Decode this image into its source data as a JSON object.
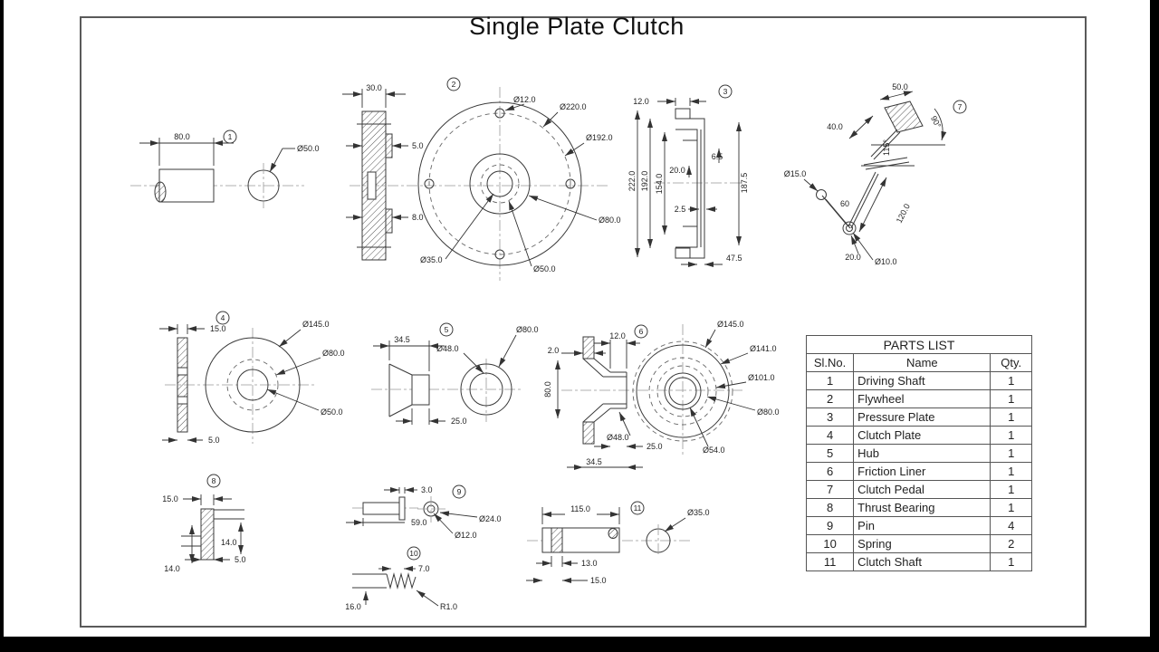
{
  "title": "Single Plate Clutch",
  "drawings": {
    "p1": {
      "marker": "1",
      "len": "80.0",
      "dia": "Ø50.0"
    },
    "p2": {
      "marker": "2",
      "width": "30.0",
      "step1": "5.0",
      "step2": "8.0",
      "hole": "Ø12.0",
      "outer": "Ø220.0",
      "pcd": "Ø192.0",
      "boss": "Ø80.0",
      "recess": "Ø50.0",
      "bore": "Ø35.0"
    },
    "p3": {
      "marker": "3",
      "tab": "12.0",
      "od": "222.0",
      "d2": "192.0",
      "d3": "154.0",
      "step": "20.0",
      "lip": "6.5",
      "d4": "187.5",
      "wall": "2.5",
      "depth": "47.5"
    },
    "p4": {
      "marker": "4",
      "thick": "15.0",
      "plate": "5.0",
      "od": "Ø145.0",
      "mid": "Ø80.0",
      "bore": "Ø50.0"
    },
    "p5": {
      "marker": "5",
      "len": "34.5",
      "hub": "25.0",
      "bore": "Ø48.0",
      "od": "Ø80.0"
    },
    "p6": {
      "marker": "6",
      "neck": "12.0",
      "lip": "2.0",
      "height": "80.0",
      "bore": "Ø48.0",
      "hub": "25.0",
      "len": "34.5",
      "od": "Ø145.0",
      "d2": "Ø141.0",
      "d3": "Ø101.0",
      "d4": "Ø80.0",
      "d5": "Ø54.0"
    },
    "p7": {
      "marker": "7",
      "pad_len": "50.0",
      "pad_w": "40.0",
      "angle1": "90°",
      "angle2": "115°",
      "hole": "Ø15.0",
      "angle3": "60",
      "arm": "120.0",
      "boss": "20.0",
      "pivot": "Ø10.0"
    },
    "p8": {
      "marker": "8",
      "w": "15.0",
      "h1": "14.0",
      "t": "5.0",
      "h2": "14.0"
    },
    "p9": {
      "marker": "9",
      "head": "3.0",
      "len": "59.0",
      "od": "Ø24.0",
      "dia": "Ø12.0"
    },
    "p10": {
      "marker": "10",
      "pitch": "7.0",
      "len": "16.0",
      "r": "R1.0"
    },
    "p11": {
      "marker": "11",
      "len": "115.0",
      "band": "13.0",
      "key": "15.0",
      "dia": "Ø35.0"
    }
  },
  "parts_list": {
    "title": "PARTS LIST",
    "columns": {
      "no": "Sl.No.",
      "name": "Name",
      "qty": "Qty."
    },
    "rows": [
      {
        "no": "1",
        "name": "Driving Shaft",
        "qty": "1"
      },
      {
        "no": "2",
        "name": "Flywheel",
        "qty": "1"
      },
      {
        "no": "3",
        "name": "Pressure Plate",
        "qty": "1"
      },
      {
        "no": "4",
        "name": "Clutch Plate",
        "qty": "1"
      },
      {
        "no": "5",
        "name": "Hub",
        "qty": "1"
      },
      {
        "no": "6",
        "name": "Friction Liner",
        "qty": "1"
      },
      {
        "no": "7",
        "name": "Clutch Pedal",
        "qty": "1"
      },
      {
        "no": "8",
        "name": "Thrust Bearing",
        "qty": "1"
      },
      {
        "no": "9",
        "name": "Pin",
        "qty": "4"
      },
      {
        "no": "10",
        "name": "Spring",
        "qty": "2"
      },
      {
        "no": "11",
        "name": "Clutch Shaft",
        "qty": "1"
      }
    ]
  }
}
